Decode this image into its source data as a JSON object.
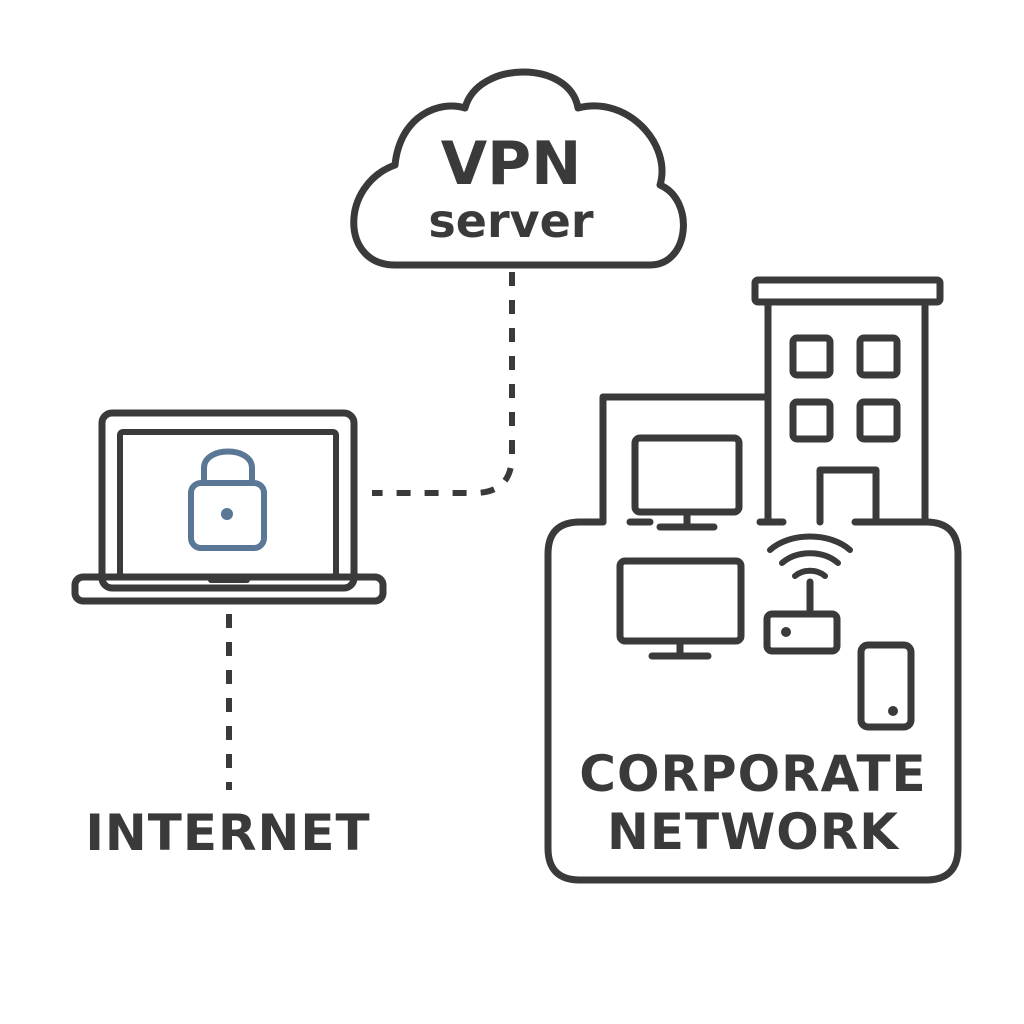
{
  "colors": {
    "stroke": "#3a3a3a",
    "text": "#3a3a3a",
    "lock": "#5a7796",
    "background": "#ffffff"
  },
  "nodes": {
    "vpn_server": {
      "line1": "VPN",
      "line2": "server",
      "icon": "cloud-icon"
    },
    "laptop": {
      "icon": "laptop-icon",
      "screen_icon": "padlock-icon"
    },
    "internet": {
      "label": "INTERNET"
    },
    "corporate_network": {
      "line1": "CORPORATE",
      "line2": "NETWORK",
      "icons": [
        "building-icon",
        "monitor-icon",
        "monitor-icon",
        "wifi-router-icon",
        "smartphone-icon"
      ]
    }
  },
  "edges": [
    {
      "from": "laptop",
      "to": "vpn_server",
      "style": "dashed"
    },
    {
      "from": "laptop",
      "to": "internet",
      "style": "dashed"
    }
  ]
}
